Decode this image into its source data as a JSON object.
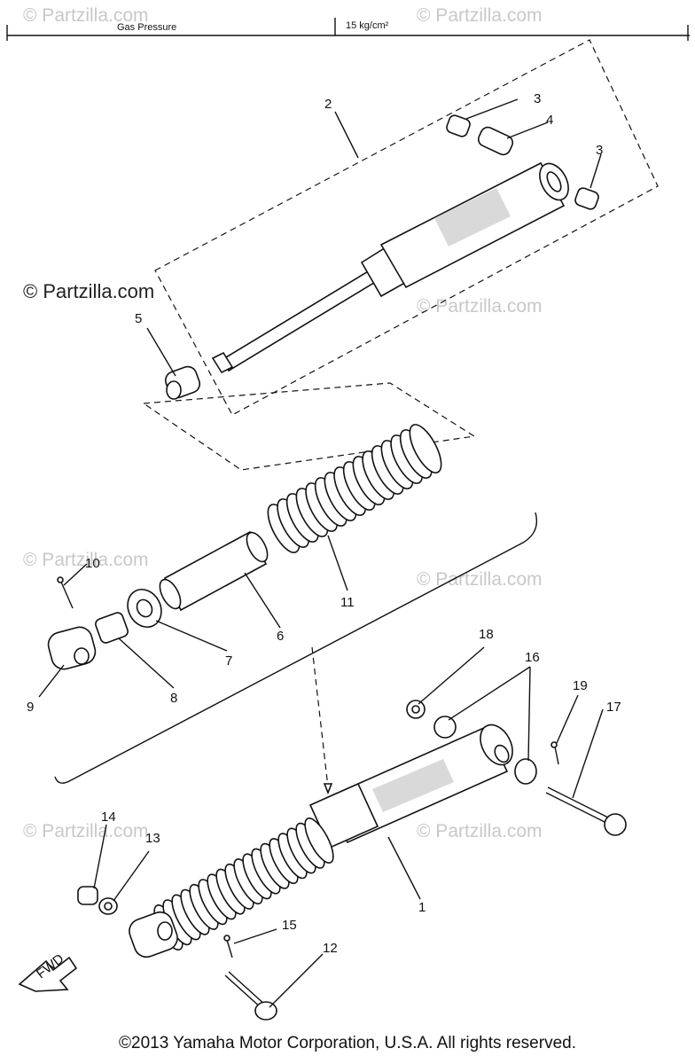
{
  "spec_table": {
    "label": "Gas Pressure",
    "value": "15 kg/cm²"
  },
  "watermark": {
    "text": "© Partzilla.com"
  },
  "callouts": {
    "c1": "1",
    "c2": "2",
    "c3a": "3",
    "c3b": "3",
    "c4": "4",
    "c5": "5",
    "c6": "6",
    "c7": "7",
    "c8": "8",
    "c9": "9",
    "c10": "10",
    "c11": "11",
    "c12": "12",
    "c13": "13",
    "c14": "14",
    "c15": "15",
    "c16": "16",
    "c17": "17",
    "c18": "18",
    "c19": "19"
  },
  "fwd_label": "FWD",
  "copyright": "©2013 Yamaha Motor Corporation, U.S.A. All rights reserved."
}
